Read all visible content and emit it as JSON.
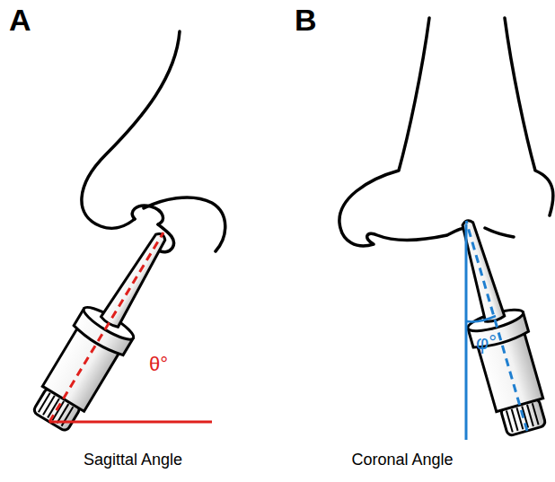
{
  "diagram": {
    "labels": [
      "A",
      "B",
      "θ°",
      "φ°",
      "Sagittal Angle",
      "Coronal Angle"
    ]
  }
}
